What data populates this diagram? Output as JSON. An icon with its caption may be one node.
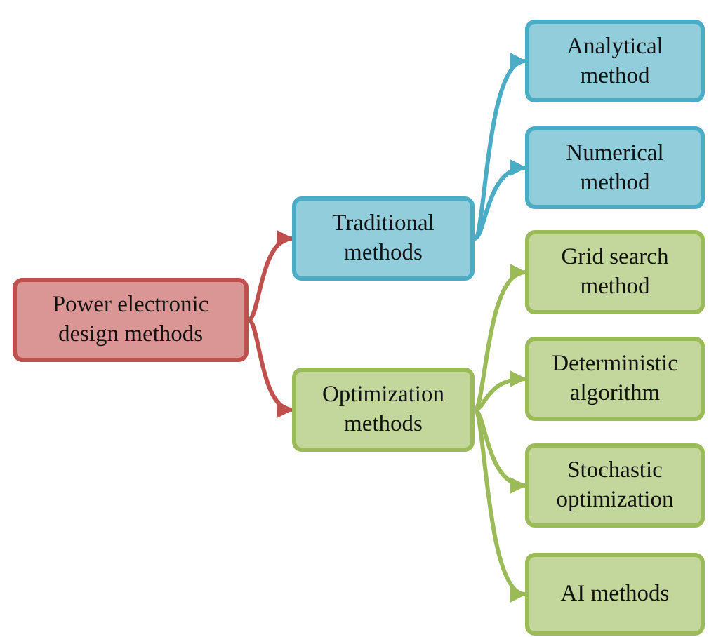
{
  "diagram": {
    "nodes": [
      {
        "text": [
          "Power electronic design methods"
        ]
      },
      {
        "text": [
          "Traditional methods"
        ]
      },
      {
        "text": [
          "Optimization methods"
        ]
      },
      {
        "text": [
          "Analytical method"
        ]
      },
      {
        "text": [
          "Numerical method"
        ]
      },
      {
        "text": [
          "Grid search method"
        ]
      },
      {
        "text": [
          "Deterministic algorithm"
        ]
      },
      {
        "text": [
          "Stochastic optimization"
        ]
      },
      {
        "text": [
          "AI methods"
        ]
      }
    ],
    "edges": [
      {
        "from": 0,
        "to": 1,
        "arrow": "to",
        "color": "#c0504d"
      },
      {
        "from": 0,
        "to": 2,
        "arrow": "to",
        "color": "#c0504d"
      },
      {
        "from": 1,
        "to": 3,
        "arrow": "to",
        "color": "#4bacc6"
      },
      {
        "from": 1,
        "to": 4,
        "arrow": "to",
        "color": "#4bacc6"
      },
      {
        "from": 2,
        "to": 5,
        "arrow": "to"
      },
      {
        "from": 2,
        "to": 6,
        "arrow": "to"
      },
      {
        "from": 2,
        "to": 7,
        "arrow": "to"
      },
      {
        "from": 2,
        "to": 8,
        "arrow": "to"
      }
    ]
  }
}
